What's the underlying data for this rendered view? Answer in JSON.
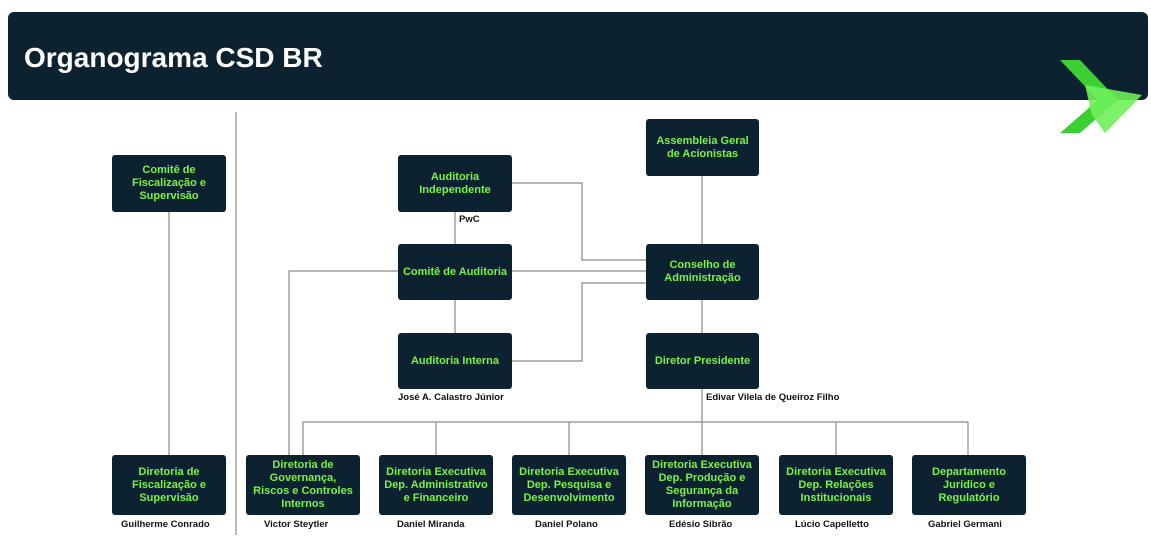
{
  "header": {
    "title": "Organograma CSD BR"
  },
  "colors": {
    "header_bg": "#0d2231",
    "box_bg": "#0d2231",
    "box_text": "#7cf241",
    "connector": "#8a8a8a",
    "logo": "#4fe03c"
  },
  "boxes": {
    "comite_fiscalizacao": "Comitê de\nFiscalização e\nSupervisão",
    "diretoria_fiscalizacao": "Diretoria de\nFiscalização e\nSupervisão",
    "auditoria_independente": "Auditoria\nIndependente",
    "comite_auditoria": "Comitê de Auditoria",
    "auditoria_interna": "Auditoria Interna",
    "assembleia": "Assembleia Geral\nde Acionistas",
    "conselho": "Conselho de\nAdministração",
    "diretor_presidente": "Diretor Presidente",
    "diretoria_governanca": "Diretoria de\nGovernança,\nRiscos e Controles\nInternos",
    "diretoria_adm": "Diretoria Executiva\nDep. Administrativo\ne Financeiro",
    "diretoria_pesquisa": "Diretoria Executiva\nDep. Pesquisa e\nDesenvolvimento",
    "diretoria_producao": "Diretoria Executiva\nDep. Produção e\nSegurança da\nInformação",
    "diretoria_relacoes": "Diretoria Executiva\nDep. Relações\nInstitucionais",
    "departamento_juridico": "Departamento\nJurídico e\nRegulatório"
  },
  "captions": {
    "pwc": "PwC",
    "calastro": "José A. Calastro Júnior",
    "edivar": "Edivar Vilela de Queiroz Filho",
    "conrado": "Guilherme Conrado",
    "steytler": "Victor Steytler",
    "miranda": "Daniel Miranda",
    "polano": "Daniel Polano",
    "sibrao": "Edésio Sibrão",
    "capelletto": "Lúcio Capelletto",
    "germani": "Gabriel Germani"
  }
}
